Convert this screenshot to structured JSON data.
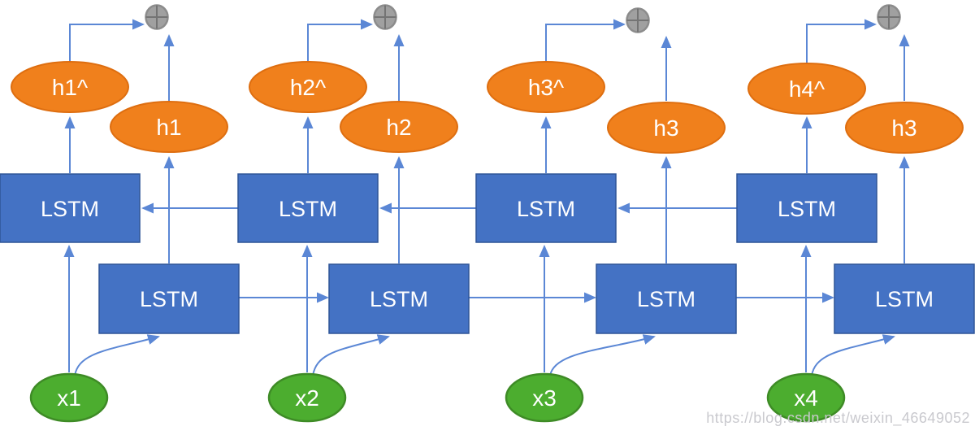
{
  "diagram": {
    "type": "bidirectional-lstm-network",
    "columns": [
      {
        "input": "x1",
        "backward_cell": "LSTM",
        "forward_cell": "LSTM",
        "backward_output": "h1^",
        "forward_output": "h1"
      },
      {
        "input": "x2",
        "backward_cell": "LSTM",
        "forward_cell": "LSTM",
        "backward_output": "h2^",
        "forward_output": "h2"
      },
      {
        "input": "x3",
        "backward_cell": "LSTM",
        "forward_cell": "LSTM",
        "backward_output": "h3^",
        "forward_output": "h3"
      },
      {
        "input": "x4",
        "backward_cell": "LSTM",
        "forward_cell": "LSTM",
        "backward_output": "h4^",
        "forward_output": "h3"
      }
    ],
    "icons": {
      "sum": "plus-in-circle"
    },
    "watermark": "https://blog.csdn.net/weixin_46649052",
    "colors": {
      "cell_fill": "#4472C4",
      "cell_border": "#2F5597",
      "output_fill": "#F0801C",
      "output_border": "#DE6E10",
      "input_fill": "#4CAD2F",
      "input_border": "#3E8B26",
      "arrow": "#5B87D5",
      "sum_fill": "#A0A0A0",
      "sum_border": "#8C8C8C",
      "sum_cross": "#747474",
      "watermark_color": "#C9C9CE",
      "label_color": "#FFFFFF"
    }
  }
}
